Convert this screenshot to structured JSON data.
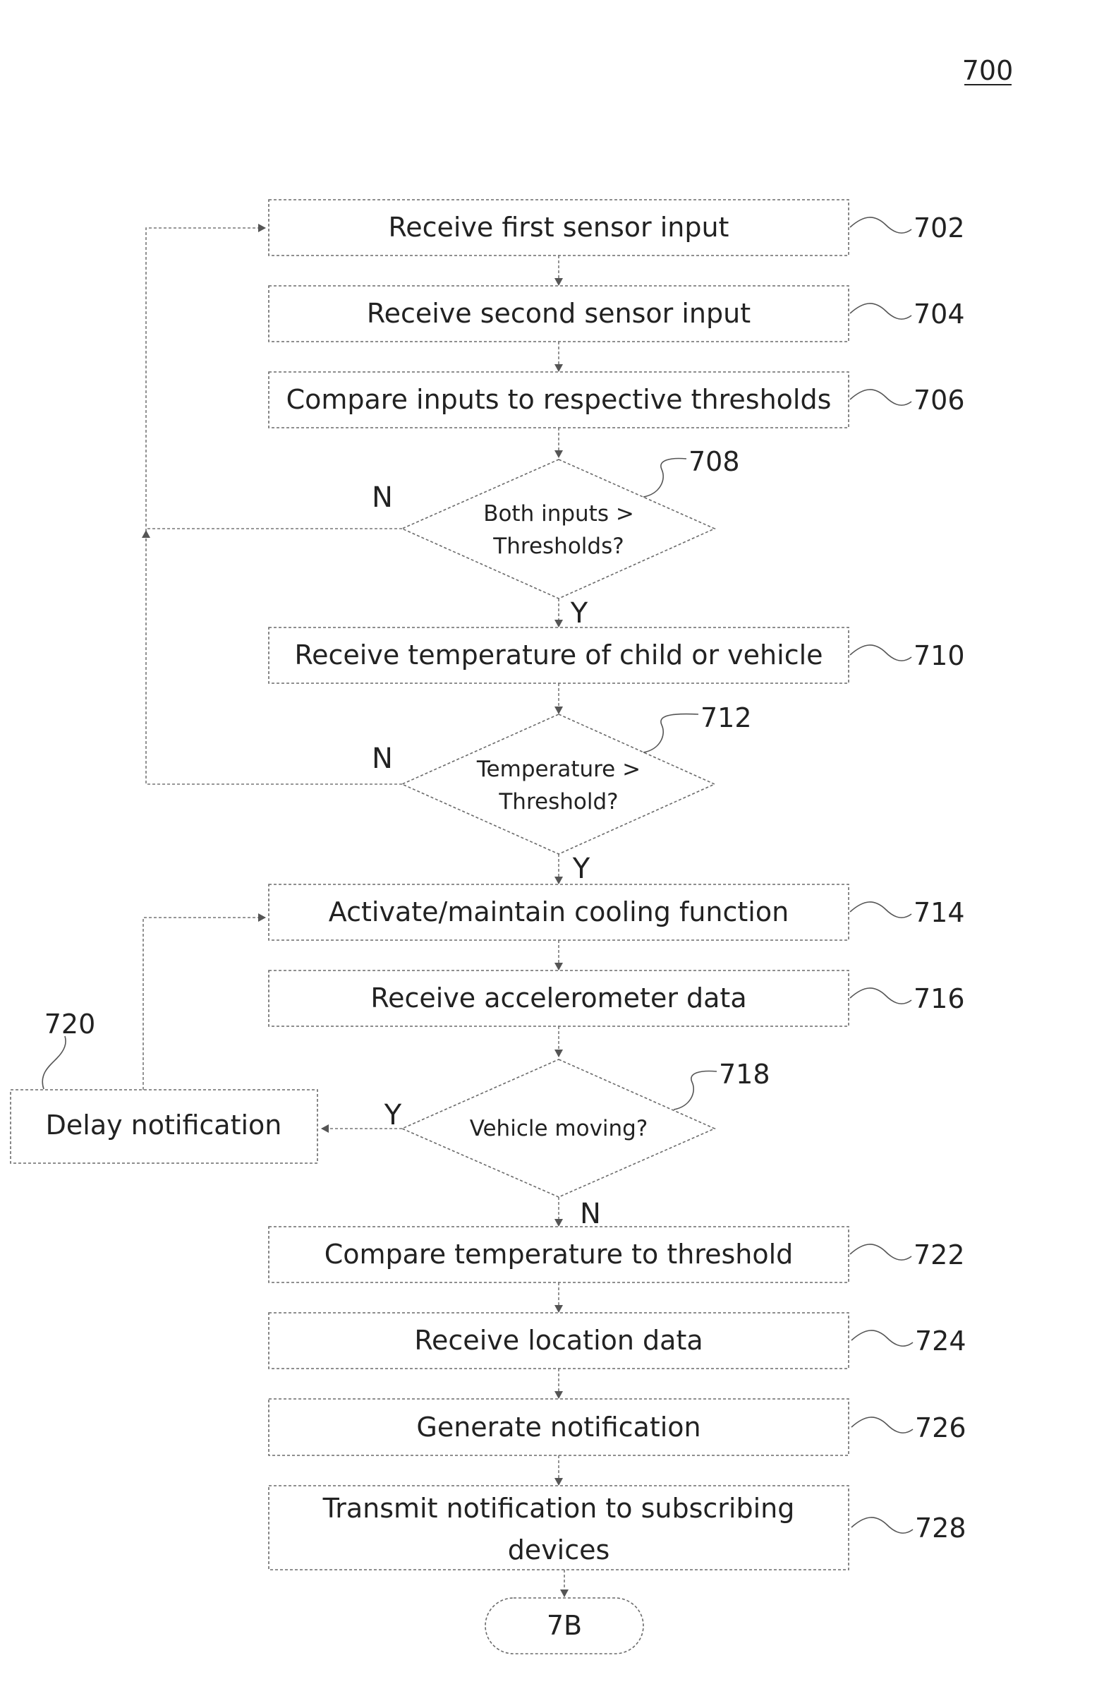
{
  "figure_ref": "700",
  "steps": [
    {
      "text": "Receive first sensor input",
      "ref": "702"
    },
    {
      "text": "Receive second sensor input",
      "ref": "704"
    },
    {
      "text": "Compare inputs to respective thresholds",
      "ref": "706"
    },
    {
      "line1": "Both inputs >",
      "line2": "Thresholds?",
      "ref": "708"
    },
    {
      "text": "Receive temperature of child or vehicle",
      "ref": "710"
    },
    {
      "line1": "Temperature >",
      "line2": "Threshold?",
      "ref": "712"
    },
    {
      "text": "Activate/maintain cooling function",
      "ref": "714"
    },
    {
      "text": "Receive accelerometer data",
      "ref": "716"
    },
    {
      "text": "Vehicle moving?",
      "ref": "718"
    },
    {
      "text": "Delay notification",
      "ref": "720"
    },
    {
      "text": "Compare temperature to threshold",
      "ref": "722"
    },
    {
      "text": "Receive location data",
      "ref": "724"
    },
    {
      "text": "Generate notification",
      "ref": "726"
    },
    {
      "line1": "Transmit notification to subscribing",
      "line2": "devices",
      "ref": "728"
    }
  ],
  "connector": "7B",
  "branch_labels": {
    "n708": "N",
    "y708": "Y",
    "n712": "N",
    "y712": "Y",
    "y718": "Y",
    "n718": "N"
  }
}
